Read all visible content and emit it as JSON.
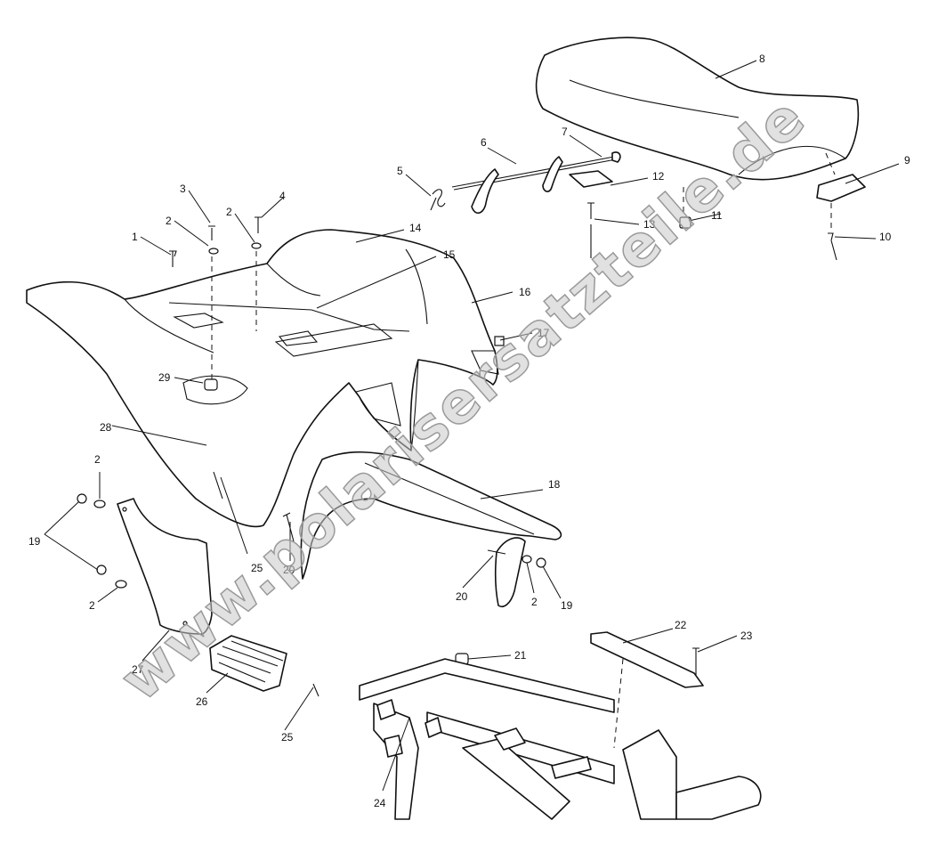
{
  "watermark": "www.polarisersatzteile.de",
  "callouts": [
    {
      "id": "c1",
      "label": "1"
    },
    {
      "id": "c2a",
      "label": "2"
    },
    {
      "id": "c2b",
      "label": "2"
    },
    {
      "id": "c2c",
      "label": "2"
    },
    {
      "id": "c2d",
      "label": "2"
    },
    {
      "id": "c2e",
      "label": "2"
    },
    {
      "id": "c3",
      "label": "3"
    },
    {
      "id": "c4",
      "label": "4"
    },
    {
      "id": "c5",
      "label": "5"
    },
    {
      "id": "c6",
      "label": "6"
    },
    {
      "id": "c7",
      "label": "7"
    },
    {
      "id": "c8",
      "label": "8"
    },
    {
      "id": "c9",
      "label": "9"
    },
    {
      "id": "c10",
      "label": "10"
    },
    {
      "id": "c11",
      "label": "11"
    },
    {
      "id": "c12",
      "label": "12"
    },
    {
      "id": "c13",
      "label": "13"
    },
    {
      "id": "c14",
      "label": "14"
    },
    {
      "id": "c15",
      "label": "15"
    },
    {
      "id": "c16",
      "label": "16"
    },
    {
      "id": "c17",
      "label": "17"
    },
    {
      "id": "c18",
      "label": "18"
    },
    {
      "id": "c19a",
      "label": "19"
    },
    {
      "id": "c19b",
      "label": "19"
    },
    {
      "id": "c20a",
      "label": "20"
    },
    {
      "id": "c20b",
      "label": "20"
    },
    {
      "id": "c21",
      "label": "21"
    },
    {
      "id": "c22",
      "label": "22"
    },
    {
      "id": "c23",
      "label": "23"
    },
    {
      "id": "c24",
      "label": "24"
    },
    {
      "id": "c25a",
      "label": "25"
    },
    {
      "id": "c25b",
      "label": "25"
    },
    {
      "id": "c26",
      "label": "26"
    },
    {
      "id": "c27",
      "label": "27"
    },
    {
      "id": "c28",
      "label": "28"
    },
    {
      "id": "c29",
      "label": "29"
    }
  ]
}
